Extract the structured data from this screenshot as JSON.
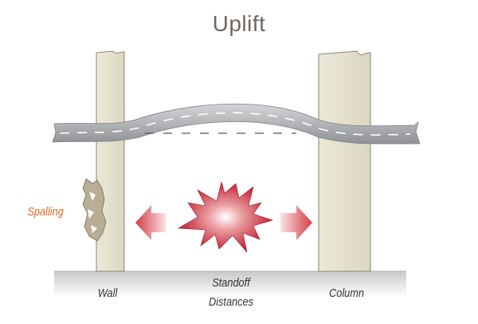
{
  "title": "Uplift",
  "labels": {
    "spalling": "Spalling",
    "wall": "Wall",
    "standoff_line1": "Standoff",
    "standoff_line2": "Distances",
    "column": "Column"
  },
  "colors": {
    "title": "#6e6660",
    "spalling": "#e06a2a",
    "pillar": "#e8e4d3",
    "slab": "#b5b7ba",
    "blast": "#c8283a"
  }
}
